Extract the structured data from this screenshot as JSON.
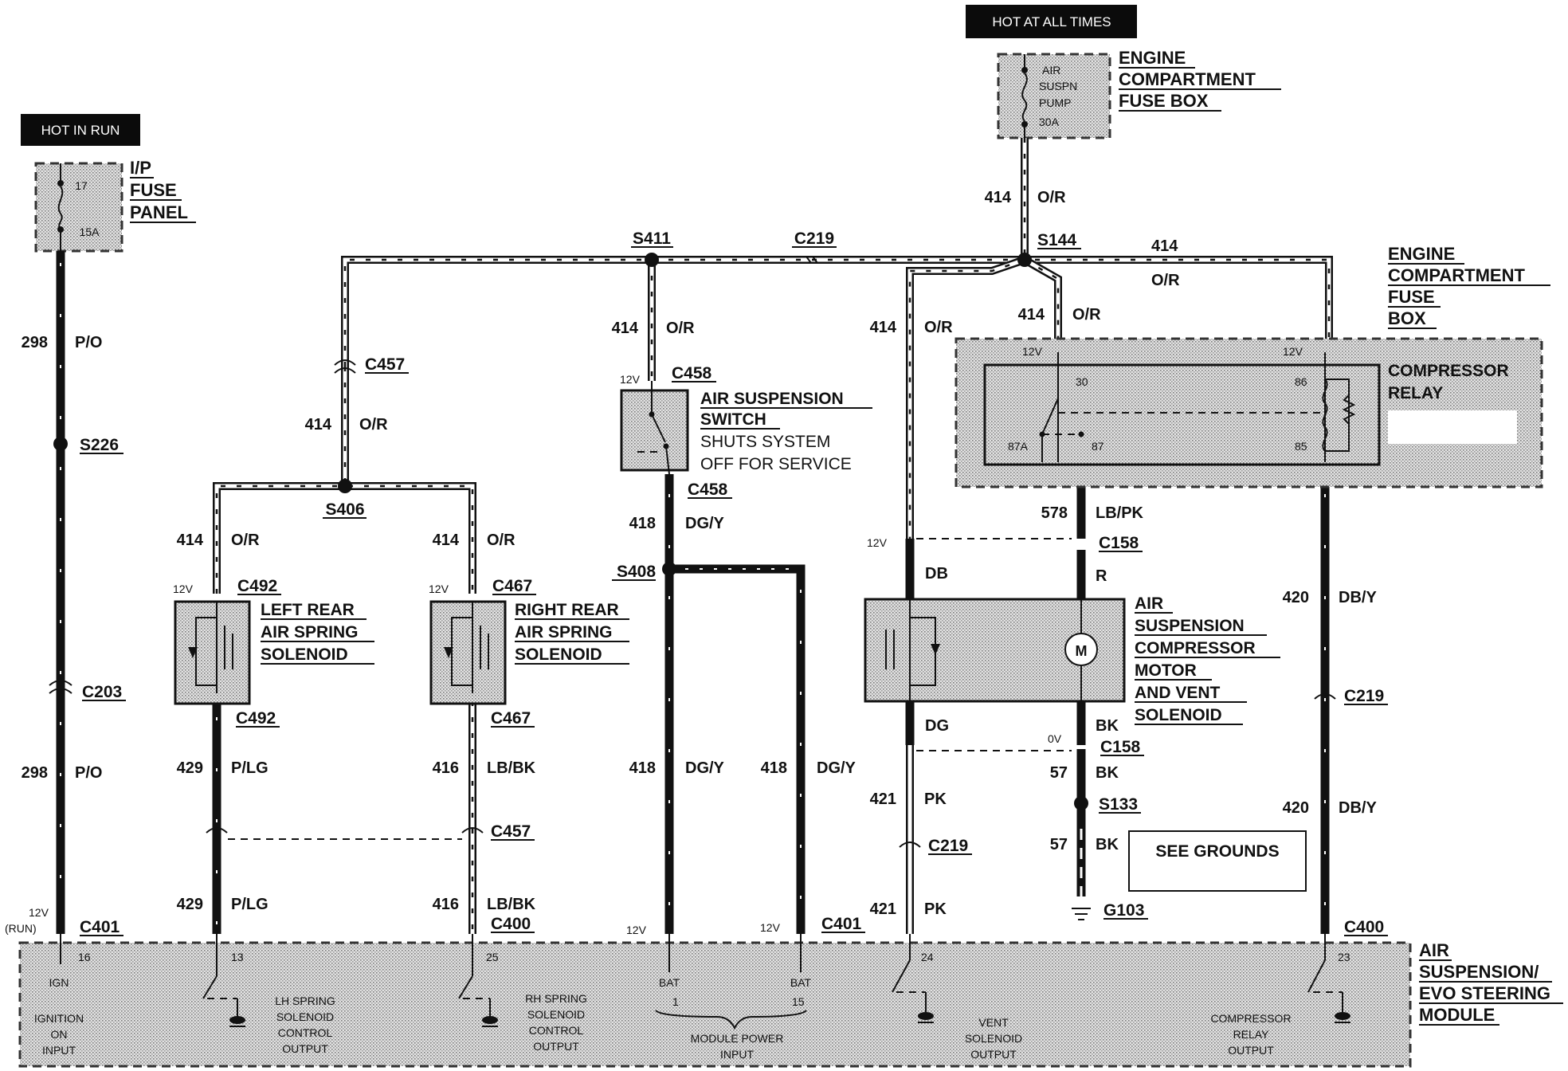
{
  "headers": {
    "hot_in_run": "HOT IN RUN",
    "hot_at_all_times": "HOT AT ALL TIMES"
  },
  "fuse_boxes": {
    "ip_panel": {
      "lines": [
        "I/P",
        "FUSE",
        "PANEL"
      ],
      "fuse_number": "17",
      "rating": "15A"
    },
    "engine_top": {
      "lines": [
        "ENGINE",
        "COMPARTMENT",
        "FUSE BOX"
      ],
      "fuse_lines": [
        "AIR",
        "SUSPN",
        "PUMP",
        "30A"
      ]
    },
    "engine_relay_box": {
      "lines": [
        "ENGINE",
        "COMPARTMENT",
        "FUSE",
        "BOX"
      ]
    }
  },
  "components": {
    "compressor_relay": {
      "lines": [
        "COMPRESSOR",
        "RELAY"
      ],
      "pins": [
        "30",
        "87A",
        "87",
        "86",
        "85"
      ]
    },
    "air_suspension_switch": {
      "lines": [
        "AIR SUSPENSION",
        "SWITCH"
      ],
      "note_lines": [
        "SHUTS SYSTEM",
        "OFF FOR SERVICE"
      ]
    },
    "left_solenoid": {
      "lines": [
        "LEFT REAR",
        "AIR SPRING",
        "SOLENOID"
      ]
    },
    "right_solenoid": {
      "lines": [
        "RIGHT REAR",
        "AIR SPRING",
        "SOLENOID"
      ]
    },
    "compressor_motor": {
      "lines": [
        "AIR",
        "SUSPENSION",
        "COMPRESSOR",
        "MOTOR",
        "AND VENT",
        "SOLENOID"
      ],
      "motor_symbol": "M"
    },
    "see_grounds": "SEE GROUNDS",
    "module": {
      "lines": [
        "AIR",
        "SUSPENSION/",
        "EVO STEERING",
        "MODULE"
      ],
      "pins": [
        "16",
        "13",
        "25",
        "BAT",
        "1",
        "BAT",
        "15",
        "24",
        "23"
      ],
      "ignition_input": [
        "IGNITION",
        "ON",
        "INPUT"
      ],
      "ign": "IGN",
      "lh_output": [
        "LH SPRING",
        "SOLENOID",
        "CONTROL",
        "OUTPUT"
      ],
      "rh_output": [
        "RH SPRING",
        "SOLENOID",
        "CONTROL",
        "OUTPUT"
      ],
      "power_input": [
        "MODULE POWER",
        "INPUT"
      ],
      "vent_output": [
        "VENT",
        "SOLENOID",
        "OUTPUT"
      ],
      "relay_output": [
        "COMPRESSOR",
        "RELAY",
        "OUTPUT"
      ]
    }
  },
  "connectors": [
    "S411",
    "C219",
    "S144",
    "C457",
    "C458",
    "S406",
    "C492",
    "C467",
    "S408",
    "S226",
    "C203",
    "C158",
    "S133",
    "G103",
    "C401",
    "C400"
  ],
  "wires": {
    "w298": "298",
    "c298": "P/O",
    "w414": "414",
    "c414": "O/R",
    "w418": "418",
    "c418": "DG/Y",
    "w429": "429",
    "c429": "P/LG",
    "w416": "416",
    "c416": "LB/BK",
    "w578": "578",
    "c578": "LB/PK",
    "w421": "421",
    "c421": "PK",
    "w420": "420",
    "c420": "DB/Y",
    "w57": "57",
    "c57": "BK",
    "db": "DB",
    "dg": "DG",
    "r": "R",
    "bk": "BK"
  },
  "voltages": {
    "v12": "12V",
    "v0": "0V",
    "run": "(RUN)"
  }
}
